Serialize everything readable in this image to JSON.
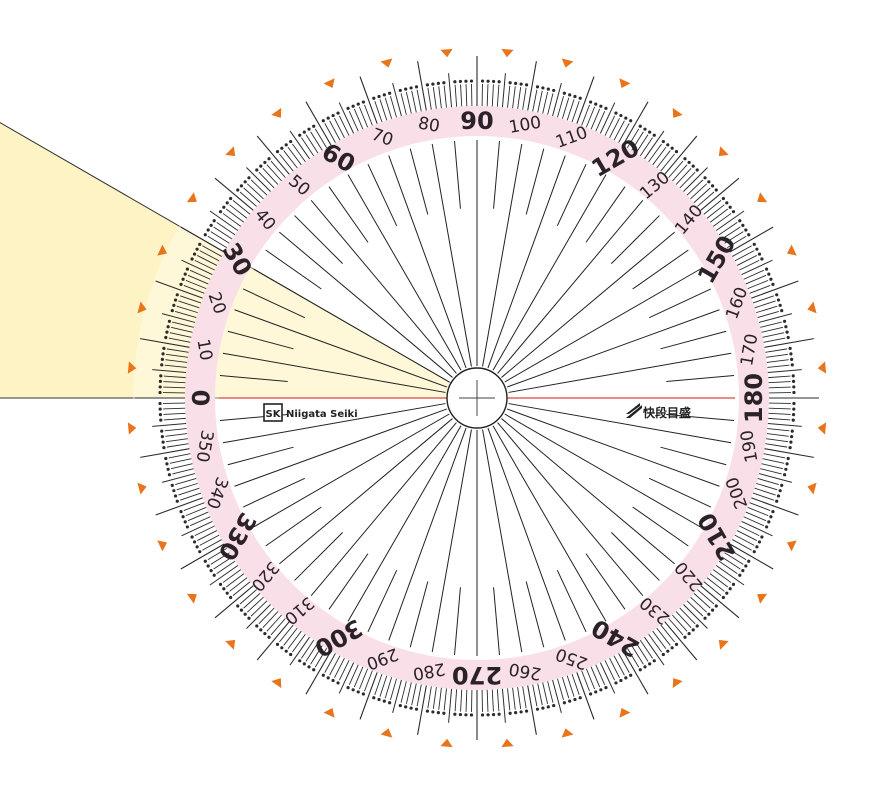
{
  "protractor": {
    "degree_labels": [
      "0",
      "10",
      "20",
      "30",
      "40",
      "50",
      "60",
      "70",
      "80",
      "90",
      "100",
      "110",
      "120",
      "130",
      "140",
      "150",
      "160",
      "170",
      "180",
      "190",
      "200",
      "210",
      "220",
      "230",
      "240",
      "250",
      "260",
      "270",
      "280",
      "290",
      "300",
      "310",
      "320",
      "330",
      "340",
      "350"
    ],
    "major_label_values": [
      0,
      30,
      60,
      90,
      120,
      150,
      180,
      210,
      240,
      270,
      300,
      330
    ],
    "measured_angle_start": 0,
    "measured_angle_end": 30,
    "brand_left": "Niigata Seiki",
    "brand_left_mark": "SK",
    "brand_right": "快段目盛"
  },
  "colors": {
    "label_band": "#f8dfe8",
    "angle_fill": "#fdf3c4",
    "angle_edge": "#333333",
    "ticks": "#2b2b2b",
    "orange_marker": "#e8741c",
    "red_axis": "#e0463c",
    "text": "#2a2228"
  }
}
